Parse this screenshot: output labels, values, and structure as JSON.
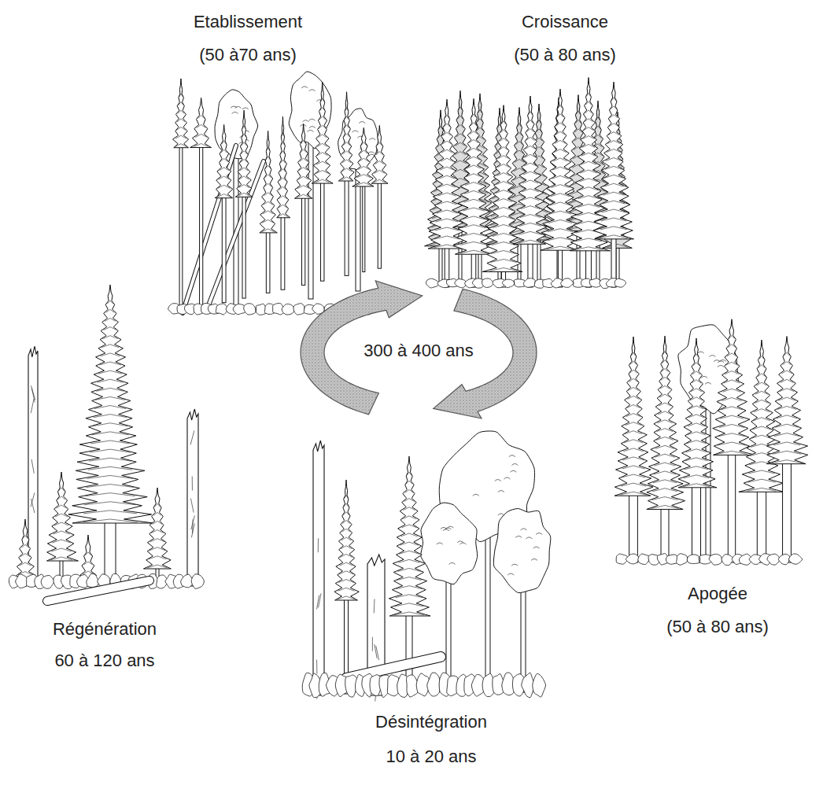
{
  "diagram": {
    "labels": [
      "Etablissement",
      "(50 à70 ans)",
      "Croissance",
      "(50 à 80 ans)",
      "300 à 400 ans",
      "Régénération",
      "60 à 120 ans",
      "Apogée",
      "(50 à 80 ans)",
      "Désintégration",
      "10 à 20 ans"
    ]
  }
}
